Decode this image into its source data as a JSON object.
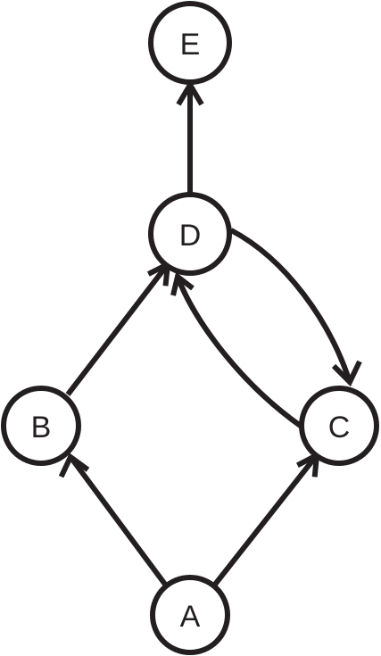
{
  "diagram": {
    "stroke_color": "#231f20",
    "fill_color": "#ffffff",
    "nodes": [
      {
        "id": "E",
        "label": "E"
      },
      {
        "id": "D",
        "label": "D"
      },
      {
        "id": "B",
        "label": "B"
      },
      {
        "id": "C",
        "label": "C"
      },
      {
        "id": "A",
        "label": "A"
      }
    ],
    "edges": [
      {
        "from": "A",
        "to": "B"
      },
      {
        "from": "A",
        "to": "C"
      },
      {
        "from": "B",
        "to": "D"
      },
      {
        "from": "C",
        "to": "D"
      },
      {
        "from": "D",
        "to": "C"
      },
      {
        "from": "D",
        "to": "E"
      }
    ]
  }
}
